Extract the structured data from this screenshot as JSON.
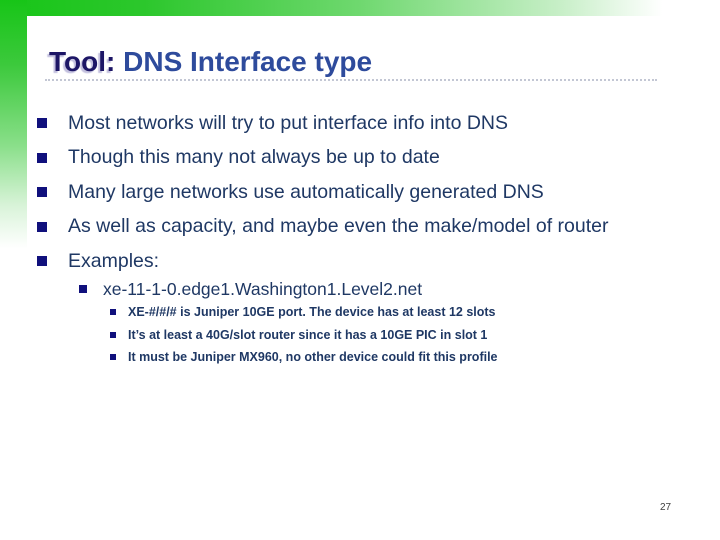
{
  "slide": {
    "title": {
      "prefix": "Tool:",
      "rest": " DNS Interface type"
    },
    "page_number": "27"
  },
  "content": {
    "level1": [
      "Most networks will try to put interface info into DNS",
      "Though this many not always be up to date",
      "Many large networks use automatically generated DNS",
      "As well as capacity, and maybe even the make/model of router",
      "Examples:"
    ],
    "level2": [
      "xe-11-1-0.edge1.Washington1.Level2.net"
    ],
    "level3": [
      "XE-#/#/# is Juniper 10GE port. The device has at least 12 slots",
      "It’s at least a 40G/slot router since it has a 10GE PIC in slot 1",
      "It must be Juniper MX960, no other device could fit this profile"
    ]
  },
  "colors": {
    "accent_green": "#17c517",
    "title_prefix": "#1d1666",
    "title_rest": "#2e4b9c",
    "body_text": "#1f3864",
    "bullet": "#10107c"
  }
}
